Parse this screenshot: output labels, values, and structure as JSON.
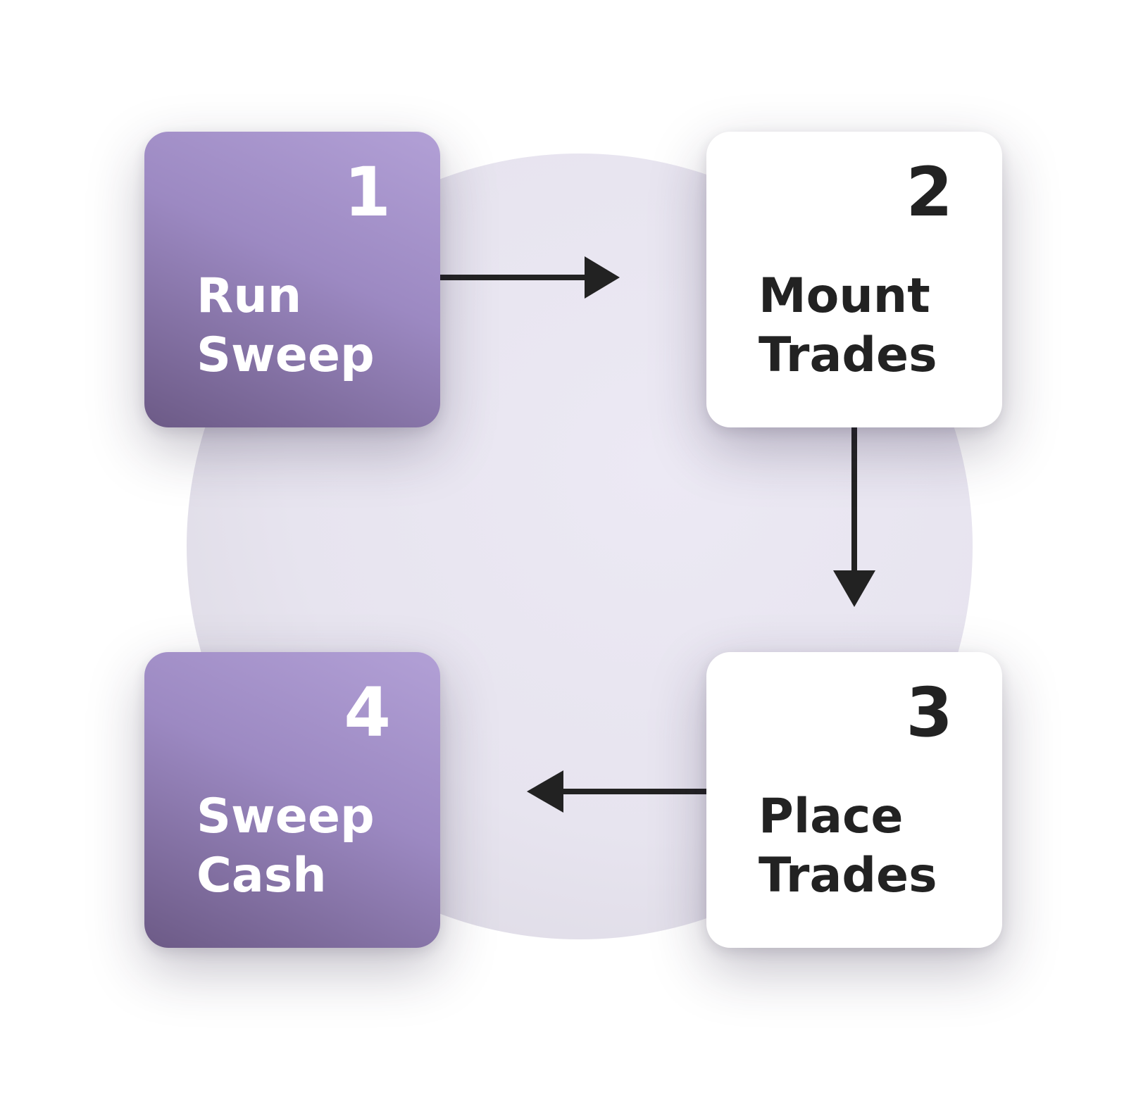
{
  "steps": [
    {
      "number": "1",
      "label_line1": "Run",
      "label_line2": "Sweep",
      "style": "purple"
    },
    {
      "number": "2",
      "label_line1": "Mount",
      "label_line2": "Trades",
      "style": "white"
    },
    {
      "number": "3",
      "label_line1": "Place",
      "label_line2": "Trades",
      "style": "white"
    },
    {
      "number": "4",
      "label_line1": "Sweep",
      "label_line2": "Cash",
      "style": "purple"
    }
  ],
  "colors": {
    "purple_light": "#b2a0d6",
    "purple_dark": "#6c5a86",
    "arrow": "#222222",
    "circle": "#e8e5f0"
  },
  "flow": [
    "1→2",
    "2→3",
    "3→4"
  ]
}
